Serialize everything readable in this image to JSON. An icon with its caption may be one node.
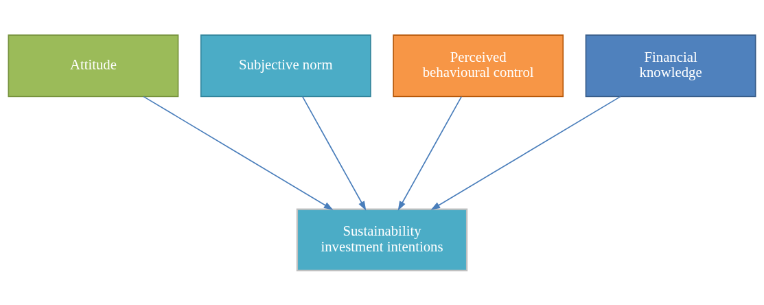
{
  "diagram": {
    "nodes": [
      {
        "text": [
          "Attitude"
        ]
      },
      {
        "text": [
          "Subjective norm"
        ]
      },
      {
        "text": [
          "Perceived behavioural control"
        ]
      },
      {
        "text": [
          "Financial knowledge"
        ]
      },
      {
        "text": [
          "Sustainability investment intentions"
        ]
      }
    ],
    "edges": [
      {
        "from": 0,
        "to": 4,
        "arrow": "to"
      },
      {
        "from": 1,
        "to": 4,
        "arrow": "to"
      },
      {
        "from": 2,
        "to": 4,
        "arrow": "to"
      },
      {
        "from": 3,
        "to": 4,
        "arrow": "to"
      }
    ]
  }
}
